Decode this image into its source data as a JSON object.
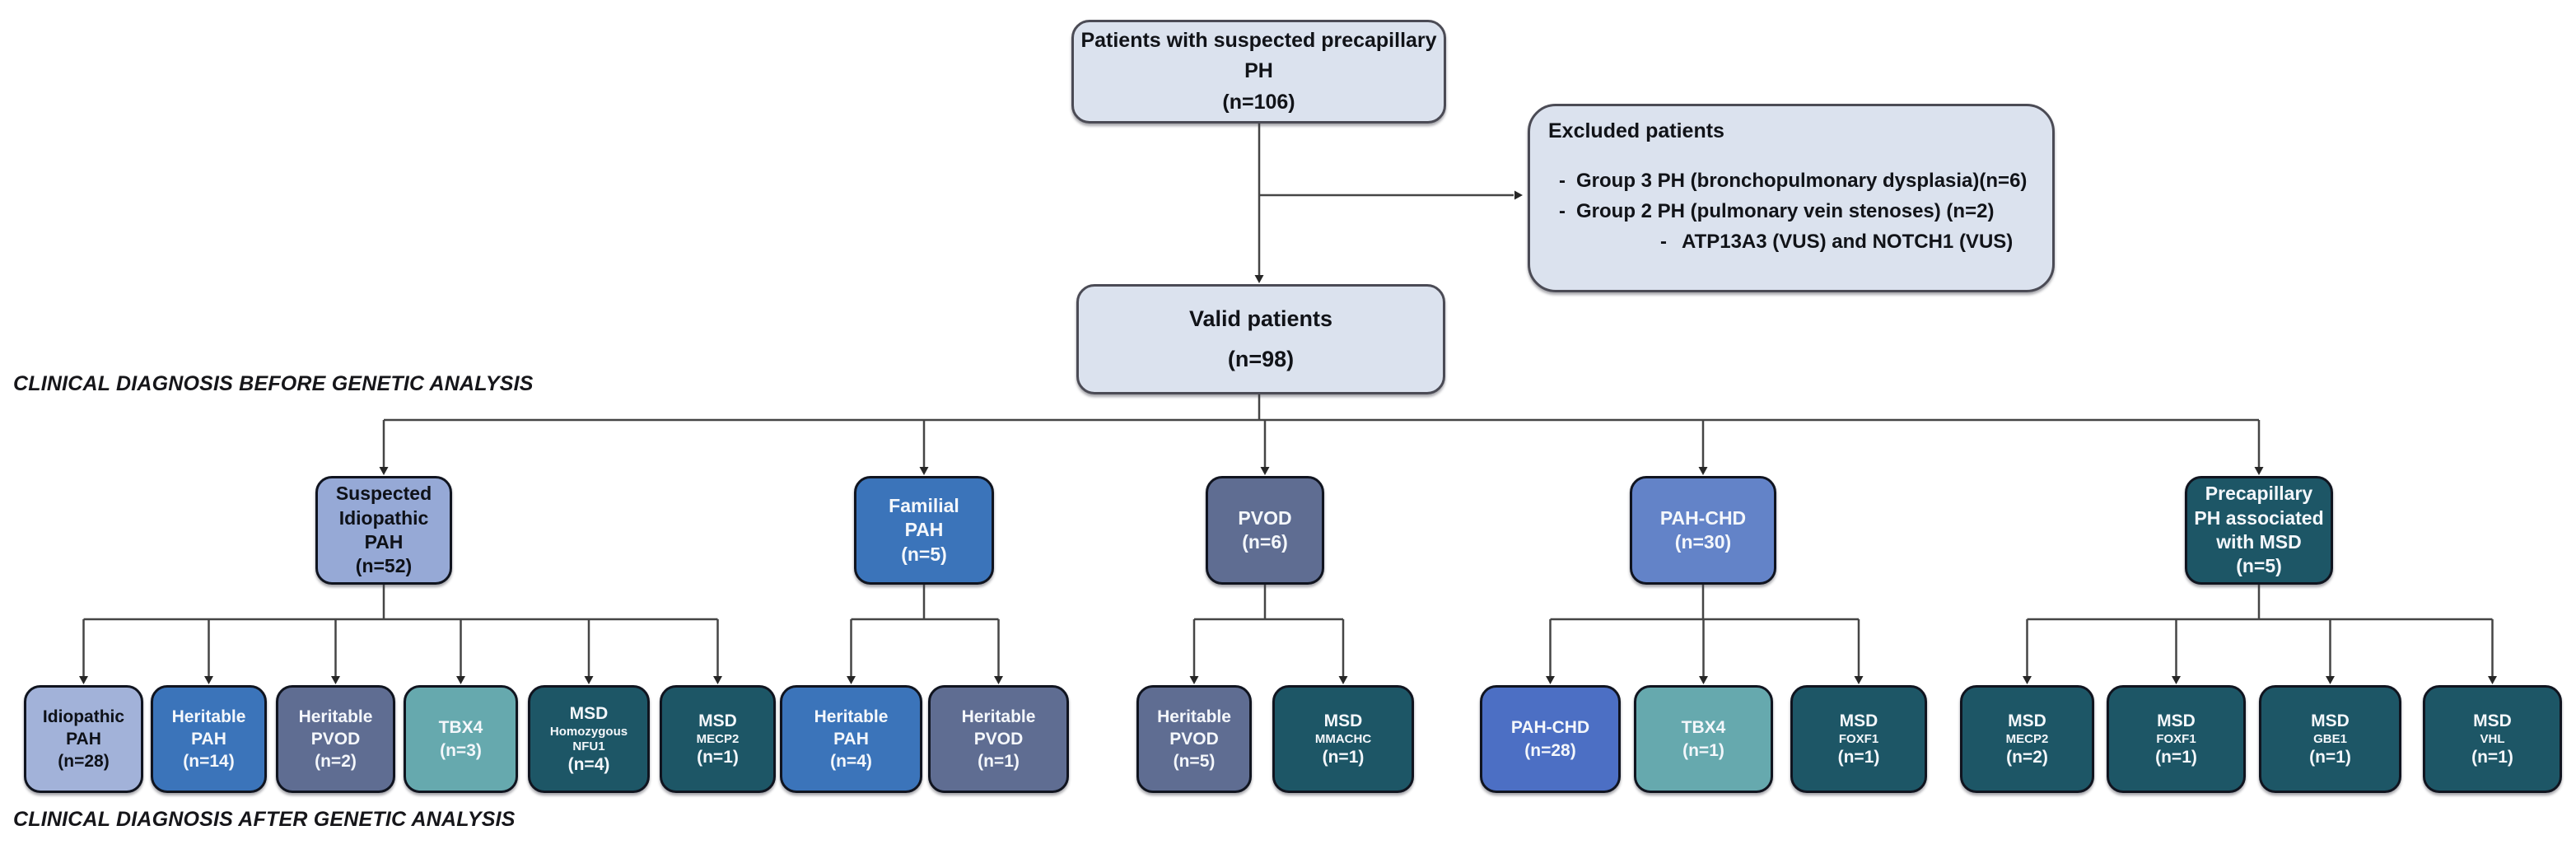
{
  "section_labels": {
    "before": "CLINICAL DIAGNOSIS BEFORE GENETIC ANALYSIS",
    "after": "CLINICAL DIAGNOSIS AFTER GENETIC ANALYSIS"
  },
  "bullet_marker": "-",
  "root": {
    "lines": [
      "Patients with suspected precapillary",
      "PH",
      "(n=106)"
    ]
  },
  "excluded": {
    "title": "Excluded patients",
    "bullets": [
      "Group 3 PH (bronchopulmonary dysplasia)(n=6)",
      "Group 2 PH (pulmonary vein stenoses) (n=2)"
    ],
    "sub_bullets": [
      "ATP13A3 (VUS) and NOTCH1 (VUS)"
    ]
  },
  "valid": {
    "lines": [
      "Valid patients",
      "(n=98)"
    ]
  },
  "palette": {
    "light_box": "#dbe2ee",
    "periwinkle_light": "#96a9d6",
    "periwinkle_lighter": "#a2b2d9",
    "blue": "#3b74ba",
    "slate": "#5f6d92",
    "periwinkle": "#6383c8",
    "royal_blue": "#4c6fc4",
    "teal": "#66a9ae",
    "dark_teal": "#1d5666",
    "line": "#454545"
  },
  "groups": [
    {
      "id": "suspected-idiopathic-pah",
      "main": [
        "Suspected",
        "Idiopathic",
        "PAH"
      ],
      "n": "(n=52)",
      "color": "#96a9d6",
      "text": "#0e1118",
      "children": [
        {
          "id": "idiopathic-pah",
          "main": [
            "Idiopathic",
            "PAH"
          ],
          "sub": [],
          "n": "(n=28)",
          "color": "#a2b2d9",
          "text": "#0e1118"
        },
        {
          "id": "heritable-pah-n14",
          "main": [
            "Heritable",
            "PAH"
          ],
          "sub": [],
          "n": "(n=14)",
          "color": "#3b74ba",
          "text": "#f4f7fb"
        },
        {
          "id": "heritable-pvod-n2",
          "main": [
            "Heritable",
            "PVOD"
          ],
          "sub": [],
          "n": "(n=2)",
          "color": "#5f6d92",
          "text": "#f4f7fb"
        },
        {
          "id": "tbx4-n3",
          "main": [
            "TBX4"
          ],
          "sub": [],
          "n": "(n=3)",
          "color": "#66a9ae",
          "text": "#f4f7fb"
        },
        {
          "id": "msd-homozygous-nfu1",
          "main": [
            "MSD"
          ],
          "sub": [
            "Homozygous",
            "NFU1"
          ],
          "n": "(n=4)",
          "color": "#1d5666",
          "text": "#f4f7fb"
        },
        {
          "id": "msd-mecp2-n1",
          "main": [
            "MSD"
          ],
          "sub": [
            "MECP2"
          ],
          "n": "(n=1)",
          "color": "#1d5666",
          "text": "#f4f7fb"
        }
      ]
    },
    {
      "id": "familial-pah",
      "main": [
        "Familial",
        "PAH"
      ],
      "n": "(n=5)",
      "color": "#3b74ba",
      "text": "#f4f7fb",
      "children": [
        {
          "id": "heritable-pah-n4",
          "main": [
            "Heritable",
            "PAH"
          ],
          "sub": [],
          "n": "(n=4)",
          "color": "#3b74ba",
          "text": "#f4f7fb"
        },
        {
          "id": "heritable-pvod-n1",
          "main": [
            "Heritable",
            "PVOD"
          ],
          "sub": [],
          "n": "(n=1)",
          "color": "#5f6d92",
          "text": "#f4f7fb"
        }
      ]
    },
    {
      "id": "pvod",
      "main": [
        "PVOD"
      ],
      "n": "(n=6)",
      "color": "#5f6d92",
      "text": "#f4f7fb",
      "children": [
        {
          "id": "heritable-pvod-n5",
          "main": [
            "Heritable",
            "PVOD"
          ],
          "sub": [],
          "n": "(n=5)",
          "color": "#5f6d92",
          "text": "#f4f7fb"
        },
        {
          "id": "msd-mmachc",
          "main": [
            "MSD"
          ],
          "sub": [
            "MMACHC"
          ],
          "n": "(n=1)",
          "color": "#1d5666",
          "text": "#f4f7fb"
        }
      ]
    },
    {
      "id": "pah-chd",
      "main": [
        "PAH-CHD"
      ],
      "n": "(n=30)",
      "color": "#6383c8",
      "text": "#f4f7fb",
      "children": [
        {
          "id": "pah-chd-n28",
          "main": [
            "PAH-CHD"
          ],
          "sub": [],
          "n": "(n=28)",
          "color": "#4c6fc4",
          "text": "#f4f7fb"
        },
        {
          "id": "tbx4-n1",
          "main": [
            "TBX4"
          ],
          "sub": [],
          "n": "(n=1)",
          "color": "#66a9ae",
          "text": "#f4f7fb"
        },
        {
          "id": "msd-foxf1-pahchd",
          "main": [
            "MSD"
          ],
          "sub": [
            "FOXF1"
          ],
          "n": "(n=1)",
          "color": "#1d5666",
          "text": "#f4f7fb"
        }
      ]
    },
    {
      "id": "precapillary-ph-msd",
      "main": [
        "Precapillary",
        "PH associated",
        "with MSD"
      ],
      "n": "(n=5)",
      "color": "#1d5666",
      "text": "#f4f7fb",
      "children": [
        {
          "id": "msd-mecp2-n2",
          "main": [
            "MSD"
          ],
          "sub": [
            "MECP2"
          ],
          "n": "(n=2)",
          "color": "#1d5666",
          "text": "#f4f7fb"
        },
        {
          "id": "msd-foxf1-n1",
          "main": [
            "MSD"
          ],
          "sub": [
            "FOXF1"
          ],
          "n": "(n=1)",
          "color": "#1d5666",
          "text": "#f4f7fb"
        },
        {
          "id": "msd-gbe1-n1",
          "main": [
            "MSD"
          ],
          "sub": [
            "GBE1"
          ],
          "n": "(n=1)",
          "color": "#1d5666",
          "text": "#f4f7fb"
        },
        {
          "id": "msd-vhl-n1",
          "main": [
            "MSD"
          ],
          "sub": [
            "VHL"
          ],
          "n": "(n=1)",
          "color": "#1d5666",
          "text": "#f4f7fb"
        }
      ]
    }
  ]
}
